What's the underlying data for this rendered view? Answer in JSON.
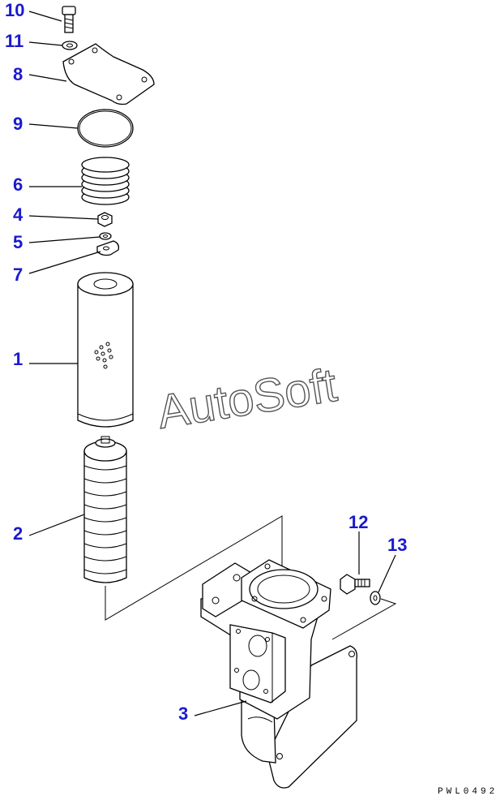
{
  "callouts": {
    "c10": "10",
    "c11": "11",
    "c8": "8",
    "c9": "9",
    "c6": "6",
    "c4": "4",
    "c5": "5",
    "c7": "7",
    "c1": "1",
    "c2": "2",
    "c12": "12",
    "c13": "13",
    "c3": "3"
  },
  "watermark": "AutoSoft",
  "drawing_code": "PWL0492",
  "colors": {
    "callout": "#1a1acc",
    "line": "#000000",
    "watermark_outline": "#555555"
  }
}
